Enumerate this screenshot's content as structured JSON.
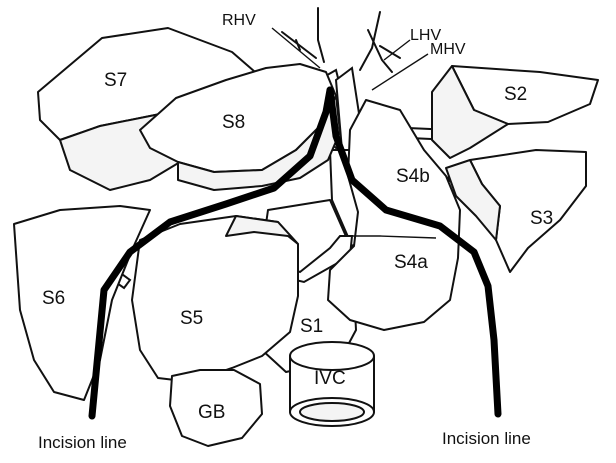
{
  "diagram": {
    "veins": {
      "rhv": "RHV",
      "lhv": "LHV",
      "mhv": "MHV",
      "ivc": "IVC"
    },
    "segments": {
      "s1": "S1",
      "s2": "S2",
      "s3": "S3",
      "s4a": "S4a",
      "s4b": "S4b",
      "s5": "S5",
      "s6": "S6",
      "s7": "S7",
      "s8": "S8"
    },
    "gallbladder": "GB",
    "incision_left": "Incision line",
    "incision_right": "Incision line"
  }
}
